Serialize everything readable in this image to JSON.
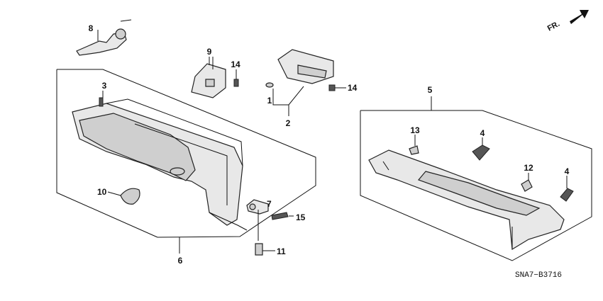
{
  "direction_label": "FR.",
  "diagram_code": "SNA7−B3716",
  "callouts": {
    "c1": "1",
    "c2": "2",
    "c3": "3",
    "c4a": "4",
    "c4b": "4",
    "c5": "5",
    "c6": "6",
    "c7": "7",
    "c8": "8",
    "c9": "9",
    "c10": "10",
    "c11": "11",
    "c12": "12",
    "c13": "13",
    "c14a": "14",
    "c14b": "14",
    "c15": "15"
  }
}
